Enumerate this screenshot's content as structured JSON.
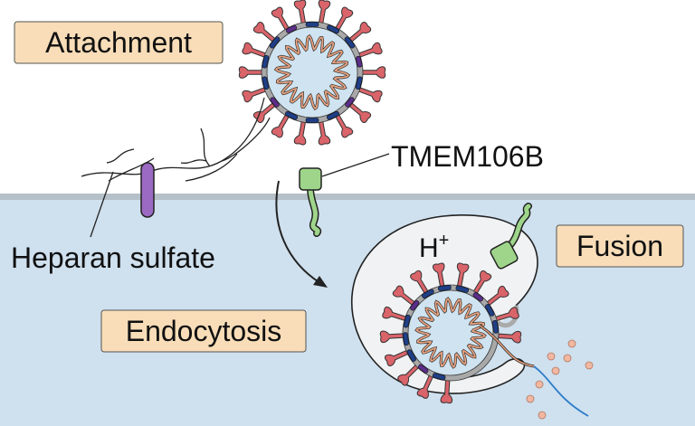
{
  "labels": {
    "attachment": "Attachment",
    "tmem": "TMEM106B",
    "heparan": "Heparan sulfate",
    "h_ion": "H",
    "h_charge": "+",
    "fusion": "Fusion",
    "endocytosis": "Endocytosis"
  },
  "colors": {
    "membrane_interior": "#cfe0ee",
    "membrane_line": "#b5c0c8",
    "label_box": "#f8ddb8",
    "spike": "#d9646a",
    "envelope": "#a9a9a9",
    "virion_fill": "#cfe3f0",
    "rna": "#e9a27f",
    "m_protein": "#1f3f86",
    "e_protein": "#5b2e8a",
    "receptor": "#9ed58a",
    "heparan_core": "#9b6ac2",
    "released_dots": "#f1b7a0",
    "blue_strand": "#2a7bc8"
  }
}
